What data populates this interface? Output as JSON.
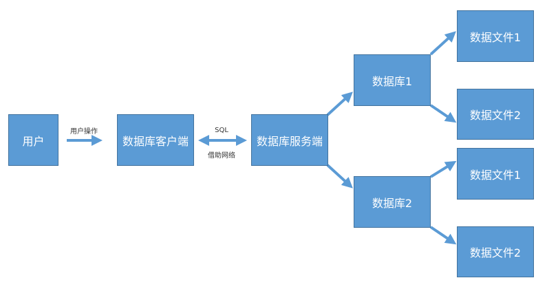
{
  "nodes": {
    "user": "用户",
    "client": "数据库客户端",
    "server": "数据库服务端",
    "db1": "数据库1",
    "db2": "数据库2",
    "db1_file1": "数据文件1",
    "db1_file2": "数据文件2",
    "db2_file1": "数据文件1",
    "db2_file2": "数据文件2"
  },
  "edges": {
    "user_to_client": "用户操作",
    "client_server_top": "SQL",
    "client_server_bottom": "借助网络"
  },
  "colors": {
    "box_fill": "#5b9bd5",
    "box_border": "#41719c",
    "arrow": "#5b9bd5"
  }
}
